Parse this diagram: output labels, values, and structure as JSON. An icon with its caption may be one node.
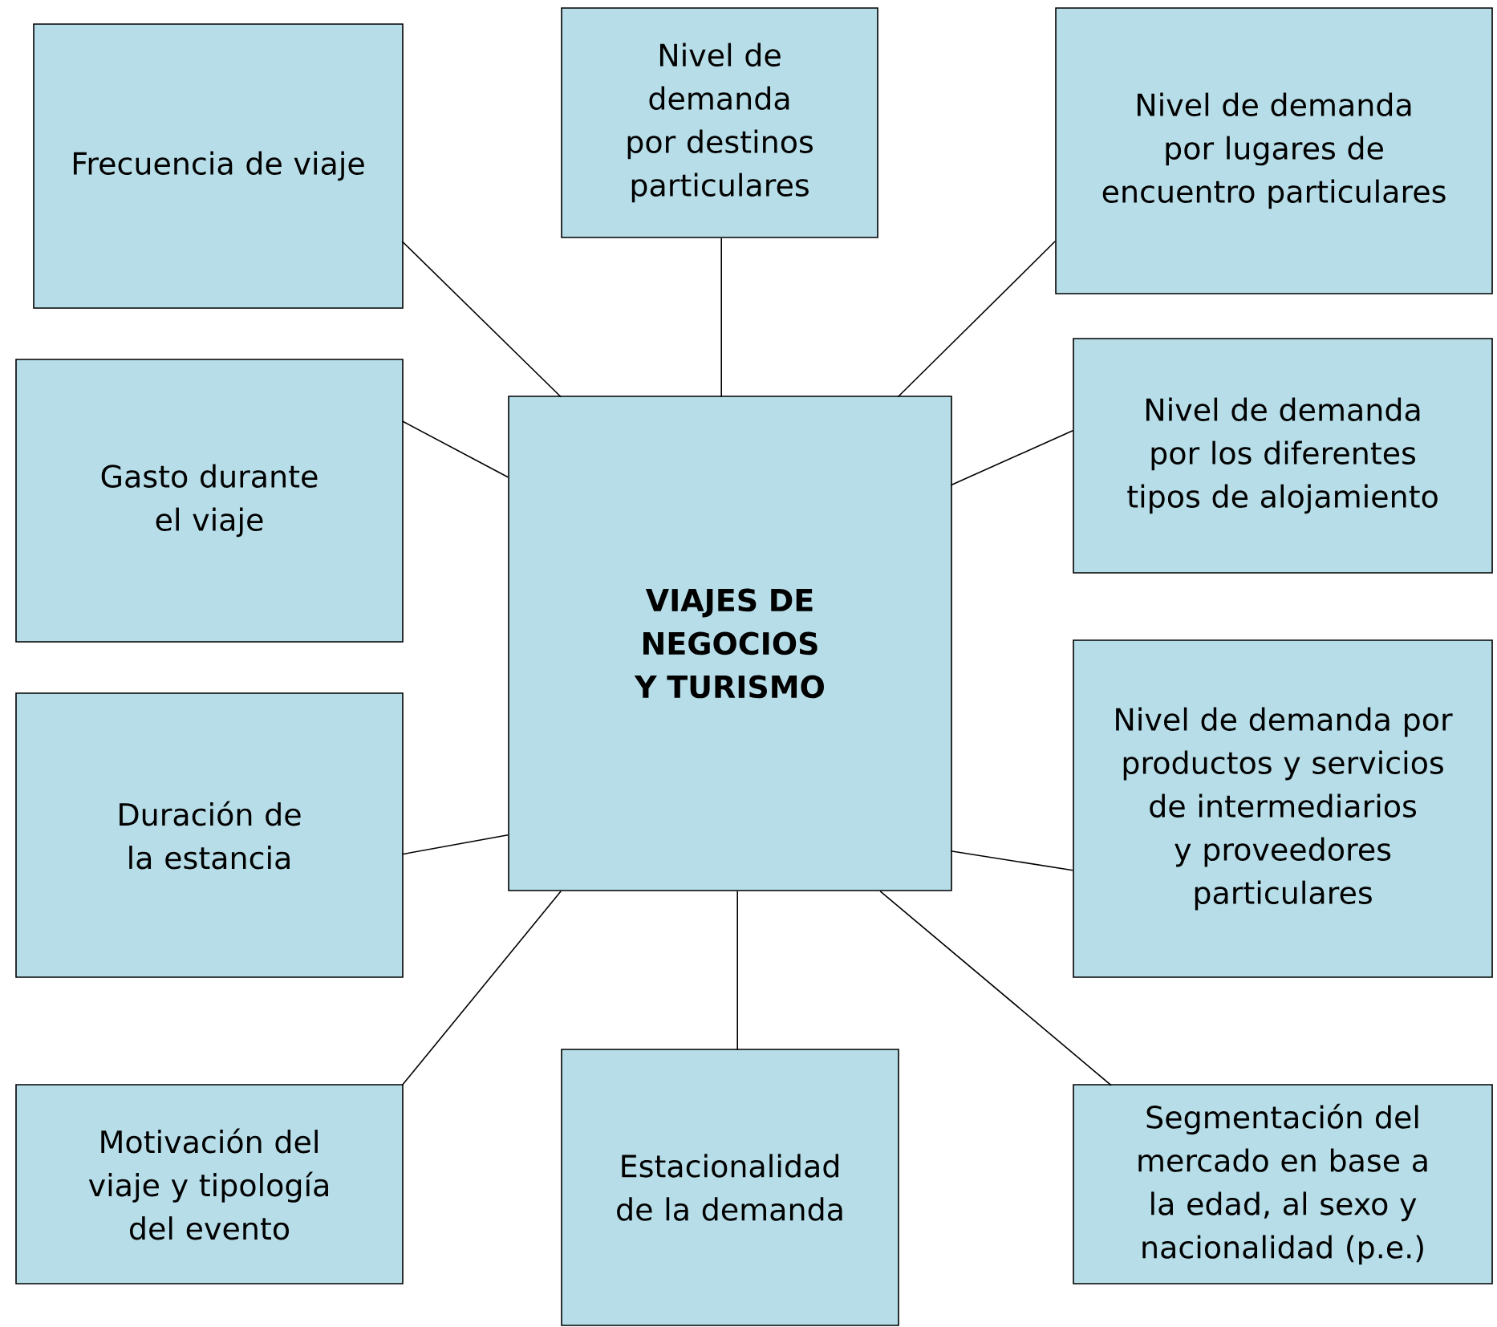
{
  "diagram": {
    "nodes": [
      {
        "text": [
          "Frecuencia de viaje"
        ]
      },
      {
        "text": [
          "Nivel de demanda por destinos particulares"
        ]
      },
      {
        "text": [
          "Nivel de demanda por lugares de encuentro particulares"
        ]
      },
      {
        "text": [
          "Gasto durante el viaje"
        ]
      },
      {
        "text": [
          "VIAJES DE NEGOCIOS Y TURISMO"
        ]
      },
      {
        "text": [
          "Nivel de demanda por los diferentes tipos de alojamiento"
        ]
      },
      {
        "text": [
          "Duración de la estancia"
        ]
      },
      {
        "text": [
          "Nivel de demanda por productos y servicios de intermediarios y proveedores particulares"
        ]
      },
      {
        "text": [
          "Motivación del viaje y tipología del evento"
        ]
      },
      {
        "text": [
          "Estacionalidad de la demanda"
        ]
      },
      {
        "text": [
          "Segmentación del mercado en base a la edad, al sexo y nacionalidad (p.e.)"
        ]
      }
    ],
    "edges": [
      {
        "from": 4,
        "to": 0,
        "arrow": "none"
      },
      {
        "from": 4,
        "to": 1,
        "arrow": "none"
      },
      {
        "from": 4,
        "to": 2,
        "arrow": "none"
      },
      {
        "from": 4,
        "to": 3,
        "arrow": "none"
      },
      {
        "from": 4,
        "to": 5,
        "arrow": "none"
      },
      {
        "from": 4,
        "to": 6,
        "arrow": "none"
      },
      {
        "from": 4,
        "to": 7,
        "arrow": "none"
      },
      {
        "from": 4,
        "to": 8,
        "arrow": "none"
      },
      {
        "from": 4,
        "to": 9,
        "arrow": "none"
      },
      {
        "from": 4,
        "to": 10,
        "arrow": "none"
      }
    ]
  }
}
